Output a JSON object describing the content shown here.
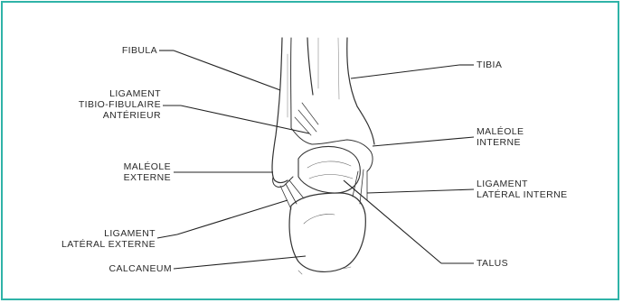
{
  "labels": {
    "fibula": "FIBULA",
    "ligament_ant": "LIGAMENT\nTIBIO-FIBULAIRE\nANTÉRIEUR",
    "maleole_ext": "MALÉOLE\nEXTERNE",
    "ligament_lat_ext": "LIGAMENT\nLATÉRAL EXTERNE",
    "calcaneum": "CALCANEUM",
    "tibia": "TIBIA",
    "maleole_int": "MALÉOLE\nINTERNE",
    "ligament_lat_int": "LIGAMENT\nLATÉRAL INTERNE",
    "talus": "TALUS"
  },
  "colors": {
    "border": "#2fb3a8",
    "ink": "#2a2a2a"
  }
}
